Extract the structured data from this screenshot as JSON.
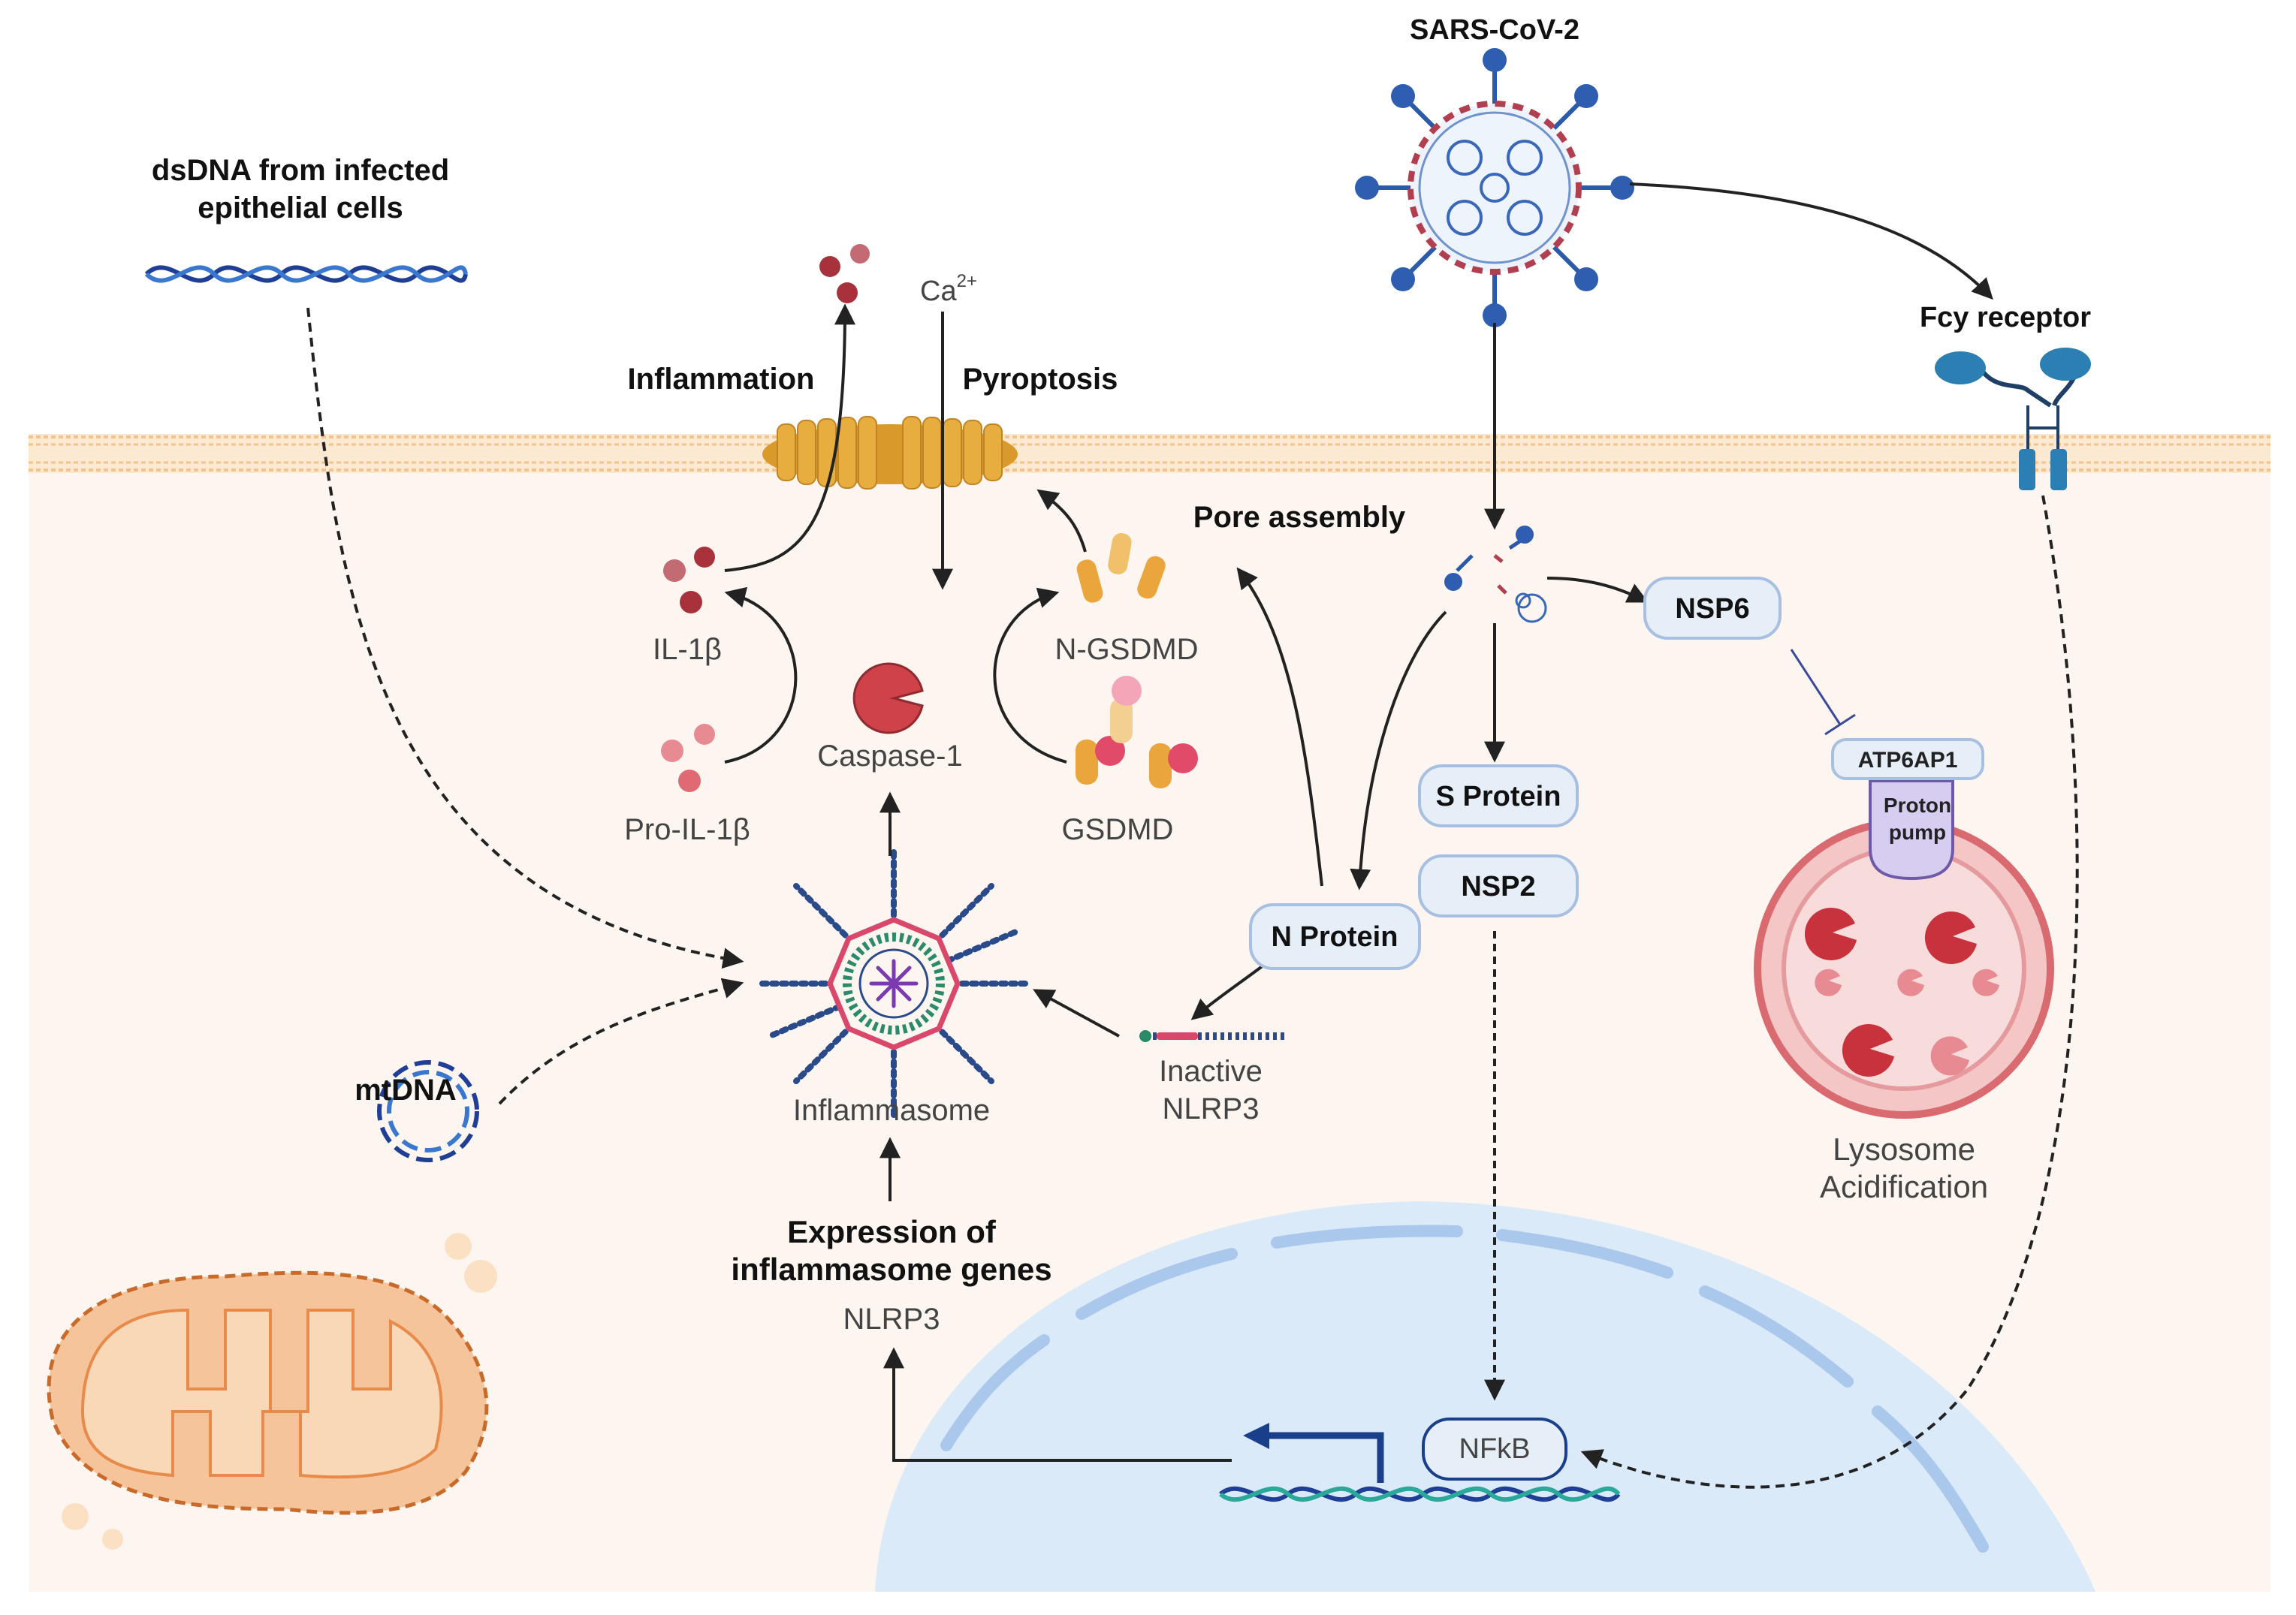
{
  "labels": {
    "sars": "SARS-CoV-2",
    "dsdna_line1": "dsDNA from infected",
    "dsdna_line2": "epithelial cells",
    "ca": "Ca",
    "ca_sup": "2+",
    "inflammation": "Inflammation",
    "pyroptosis": "Pyroptosis",
    "fcy": "Fcy receptor",
    "pore": "Pore assembly",
    "il1b": "IL-1β",
    "pro_il1b": "Pro-IL-1β",
    "caspase": "Caspase-1",
    "ngsdmd": "N-GSDMD",
    "gsdmd": "GSDMD",
    "inflammasome": "Inflammasome",
    "inactive_line1": "Inactive",
    "inactive_line2": "NLRP3",
    "mtdna": "mtDNA",
    "expr_line1": "Expression of",
    "expr_line2": "inflammasome genes",
    "nlrp3": "NLRP3",
    "atp6ap1": "ATP6AP1",
    "proton_line1": "Proton",
    "proton_line2": "pump",
    "lyso_line1": "Lysosome",
    "lyso_line2": "Acidification"
  },
  "pills": {
    "nsp6": "NSP6",
    "s_protein": "S Protein",
    "nsp2": "NSP2",
    "n_protein": "N Protein",
    "nfkb": "NFkB"
  },
  "colors": {
    "membrane": "#f6d9ad",
    "cell_bg": "#fdf6f0",
    "nucleus": "#dbeaf8",
    "pill_fill": "#e6eef8",
    "pill_stroke": "#a7bfe0",
    "virus_blue": "#2a5aa8",
    "caspase_red": "#d0424a",
    "gsdmd_orange": "#eaa63c",
    "mito_orange": "#f2b07a",
    "lysosome_red": "#e0787a"
  }
}
